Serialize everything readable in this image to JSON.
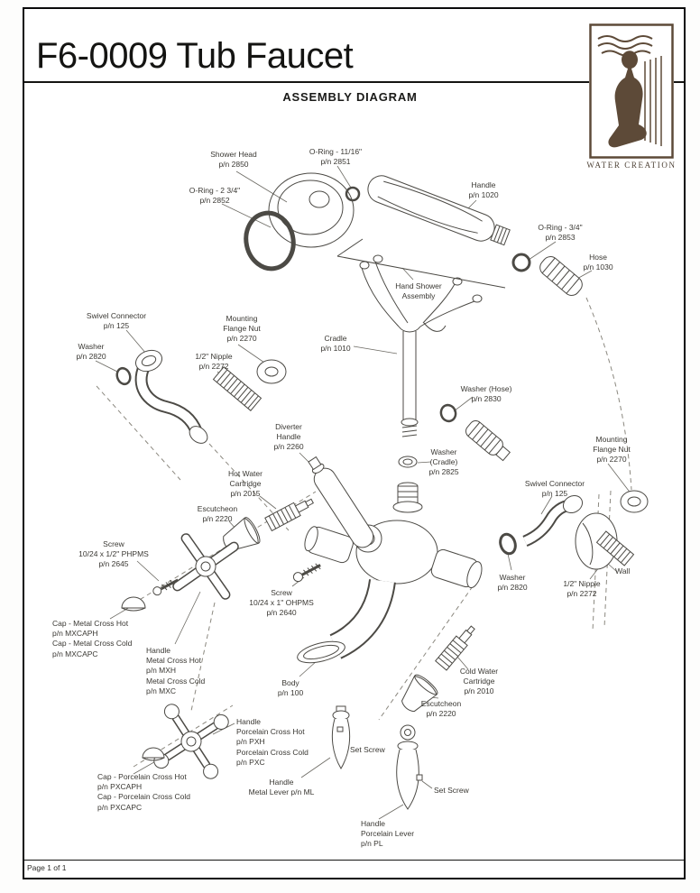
{
  "page": {
    "title": "F6-0009 Tub Faucet",
    "subtitle": "ASSEMBLY DIAGRAM",
    "footer": "Page 1 of 1"
  },
  "logo": {
    "brand": "WATER CREATION"
  },
  "labels": [
    {
      "id": "shower-head",
      "text": "Shower Head\np/n 2850"
    },
    {
      "id": "o-ring-11-16",
      "text": "O-Ring - 11/16\"\np/n 2851"
    },
    {
      "id": "o-ring-2-3-4",
      "text": "O-Ring - 2 3/4\"\np/n 2852"
    },
    {
      "id": "handle-1020",
      "text": "Handle\np/n 1020"
    },
    {
      "id": "o-ring-3-4",
      "text": "O-Ring - 3/4\"\np/n 2853"
    },
    {
      "id": "hose-1030",
      "text": "Hose\np/n 1030"
    },
    {
      "id": "hand-shower-assembly",
      "text": "Hand Shower\nAssembly"
    },
    {
      "id": "swivel-connector-left",
      "text": "Swivel Connector\np/n 125"
    },
    {
      "id": "mounting-flange-nut-left",
      "text": "Mounting\nFlange Nut\np/n 2270"
    },
    {
      "id": "washer-left",
      "text": "Washer\np/n 2820"
    },
    {
      "id": "nipple-left",
      "text": "1/2\" Nipple\np/n 2272"
    },
    {
      "id": "cradle",
      "text": "Cradle\np/n 1010"
    },
    {
      "id": "washer-hose",
      "text": "Washer (Hose)\np/n 2830"
    },
    {
      "id": "diverter-handle",
      "text": "Diverter\nHandle\np/n 2260"
    },
    {
      "id": "washer-cradle",
      "text": "Washer\n(Cradle)\np/n 2825"
    },
    {
      "id": "hot-water-cartridge",
      "text": "Hot Water\nCartridge\np/n 2015"
    },
    {
      "id": "mounting-flange-nut-right",
      "text": "Mounting\nFlange Nut\np/n 2270"
    },
    {
      "id": "escutcheon-left",
      "text": "Escutcheon\np/n 2220"
    },
    {
      "id": "swivel-connector-right",
      "text": "Swivel Connector\np/n 125"
    },
    {
      "id": "screw-2645",
      "text": "Screw\n10/24 x 1/2\" PHPMS\np/n 2645"
    },
    {
      "id": "wall",
      "text": "Wall"
    },
    {
      "id": "washer-right",
      "text": "Washer\np/n 2820"
    },
    {
      "id": "nipple-right",
      "text": "1/2\" Nipple\np/n 2272"
    },
    {
      "id": "cap-metal-cross",
      "text": "Cap - Metal Cross Hot\np/n MXCAPH\nCap - Metal Cross Cold\np/n MXCAPC"
    },
    {
      "id": "handle-metal-cross",
      "text": "Handle\nMetal Cross Hot\np/n MXH\nMetal Cross Cold\np/n MXC"
    },
    {
      "id": "screw-2640",
      "text": "Screw\n10/24 x 1\" OHPMS\np/n 2640"
    },
    {
      "id": "body",
      "text": "Body\np/n 100"
    },
    {
      "id": "cold-water-cartridge",
      "text": "Cold Water\nCartridge\np/n 2010"
    },
    {
      "id": "escutcheon-right",
      "text": "Escutcheon\np/n 2220"
    },
    {
      "id": "handle-porcelain-cross",
      "text": "Handle\nPorcelain Cross Hot\np/n PXH\nPorcelain Cross Cold\np/n PXC"
    },
    {
      "id": "set-screw-top",
      "text": "Set Screw"
    },
    {
      "id": "cap-porcelain-cross",
      "text": "Cap - Porcelain Cross Hot\np/n PXCAPH\nCap - Porcelain Cross Cold\np/n PXCAPC"
    },
    {
      "id": "handle-metal-lever",
      "text": "Handle\nMetal Lever p/n ML"
    },
    {
      "id": "set-screw-bottom",
      "text": "Set Screw"
    },
    {
      "id": "handle-porcelain-lever",
      "text": "Handle\nPorcelain Lever\np/n PL"
    }
  ]
}
